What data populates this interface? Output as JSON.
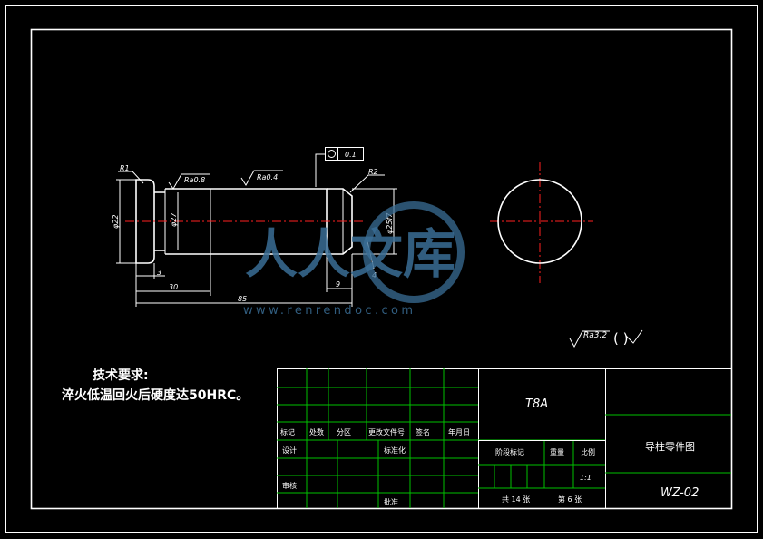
{
  "colors": {
    "background": "#000000",
    "lines": "#ffffff",
    "table_lines": "#00c000",
    "centerline": "#ff2020",
    "watermark": "#3a6e96"
  },
  "drawing": {
    "fillet_left": "R1",
    "fillet_right": "R2",
    "rough_flange": "Ra0.8",
    "rough_body": "Ra0.4",
    "tolerance_value": "0.1",
    "dim_dia_flange": "φ22",
    "dim_dia_neck": "φ27",
    "dim_dia_body": "φ25f7",
    "dim_3": "3",
    "dim_30": "30",
    "dim_85": "85",
    "dim_9": "9",
    "dim_chamfer": "4",
    "general_roughness": "Ra3.2",
    "general_roughness_paren": "(      )"
  },
  "watermark": {
    "text": "人人文库",
    "url": "www.renrendoc.com"
  },
  "tech_req": {
    "title": "技术要求:",
    "line1": "淬火低温回火后硬度达50HRC。"
  },
  "title_block": {
    "material": "T8A",
    "part_name": "导柱零件图",
    "drawing_no": "WZ-02",
    "headers": [
      "标记",
      "处数",
      "分区",
      "更改文件号",
      "签名",
      "年月日"
    ],
    "design": "设计",
    "standard": "标准化",
    "review": "审核",
    "approve": "批准",
    "stage_mark": "阶段标记",
    "weight": "重量",
    "scale_label": "比例",
    "scale_value": "1:1",
    "sheets_total": "共 14 张",
    "sheet_no": "第 6 张"
  }
}
